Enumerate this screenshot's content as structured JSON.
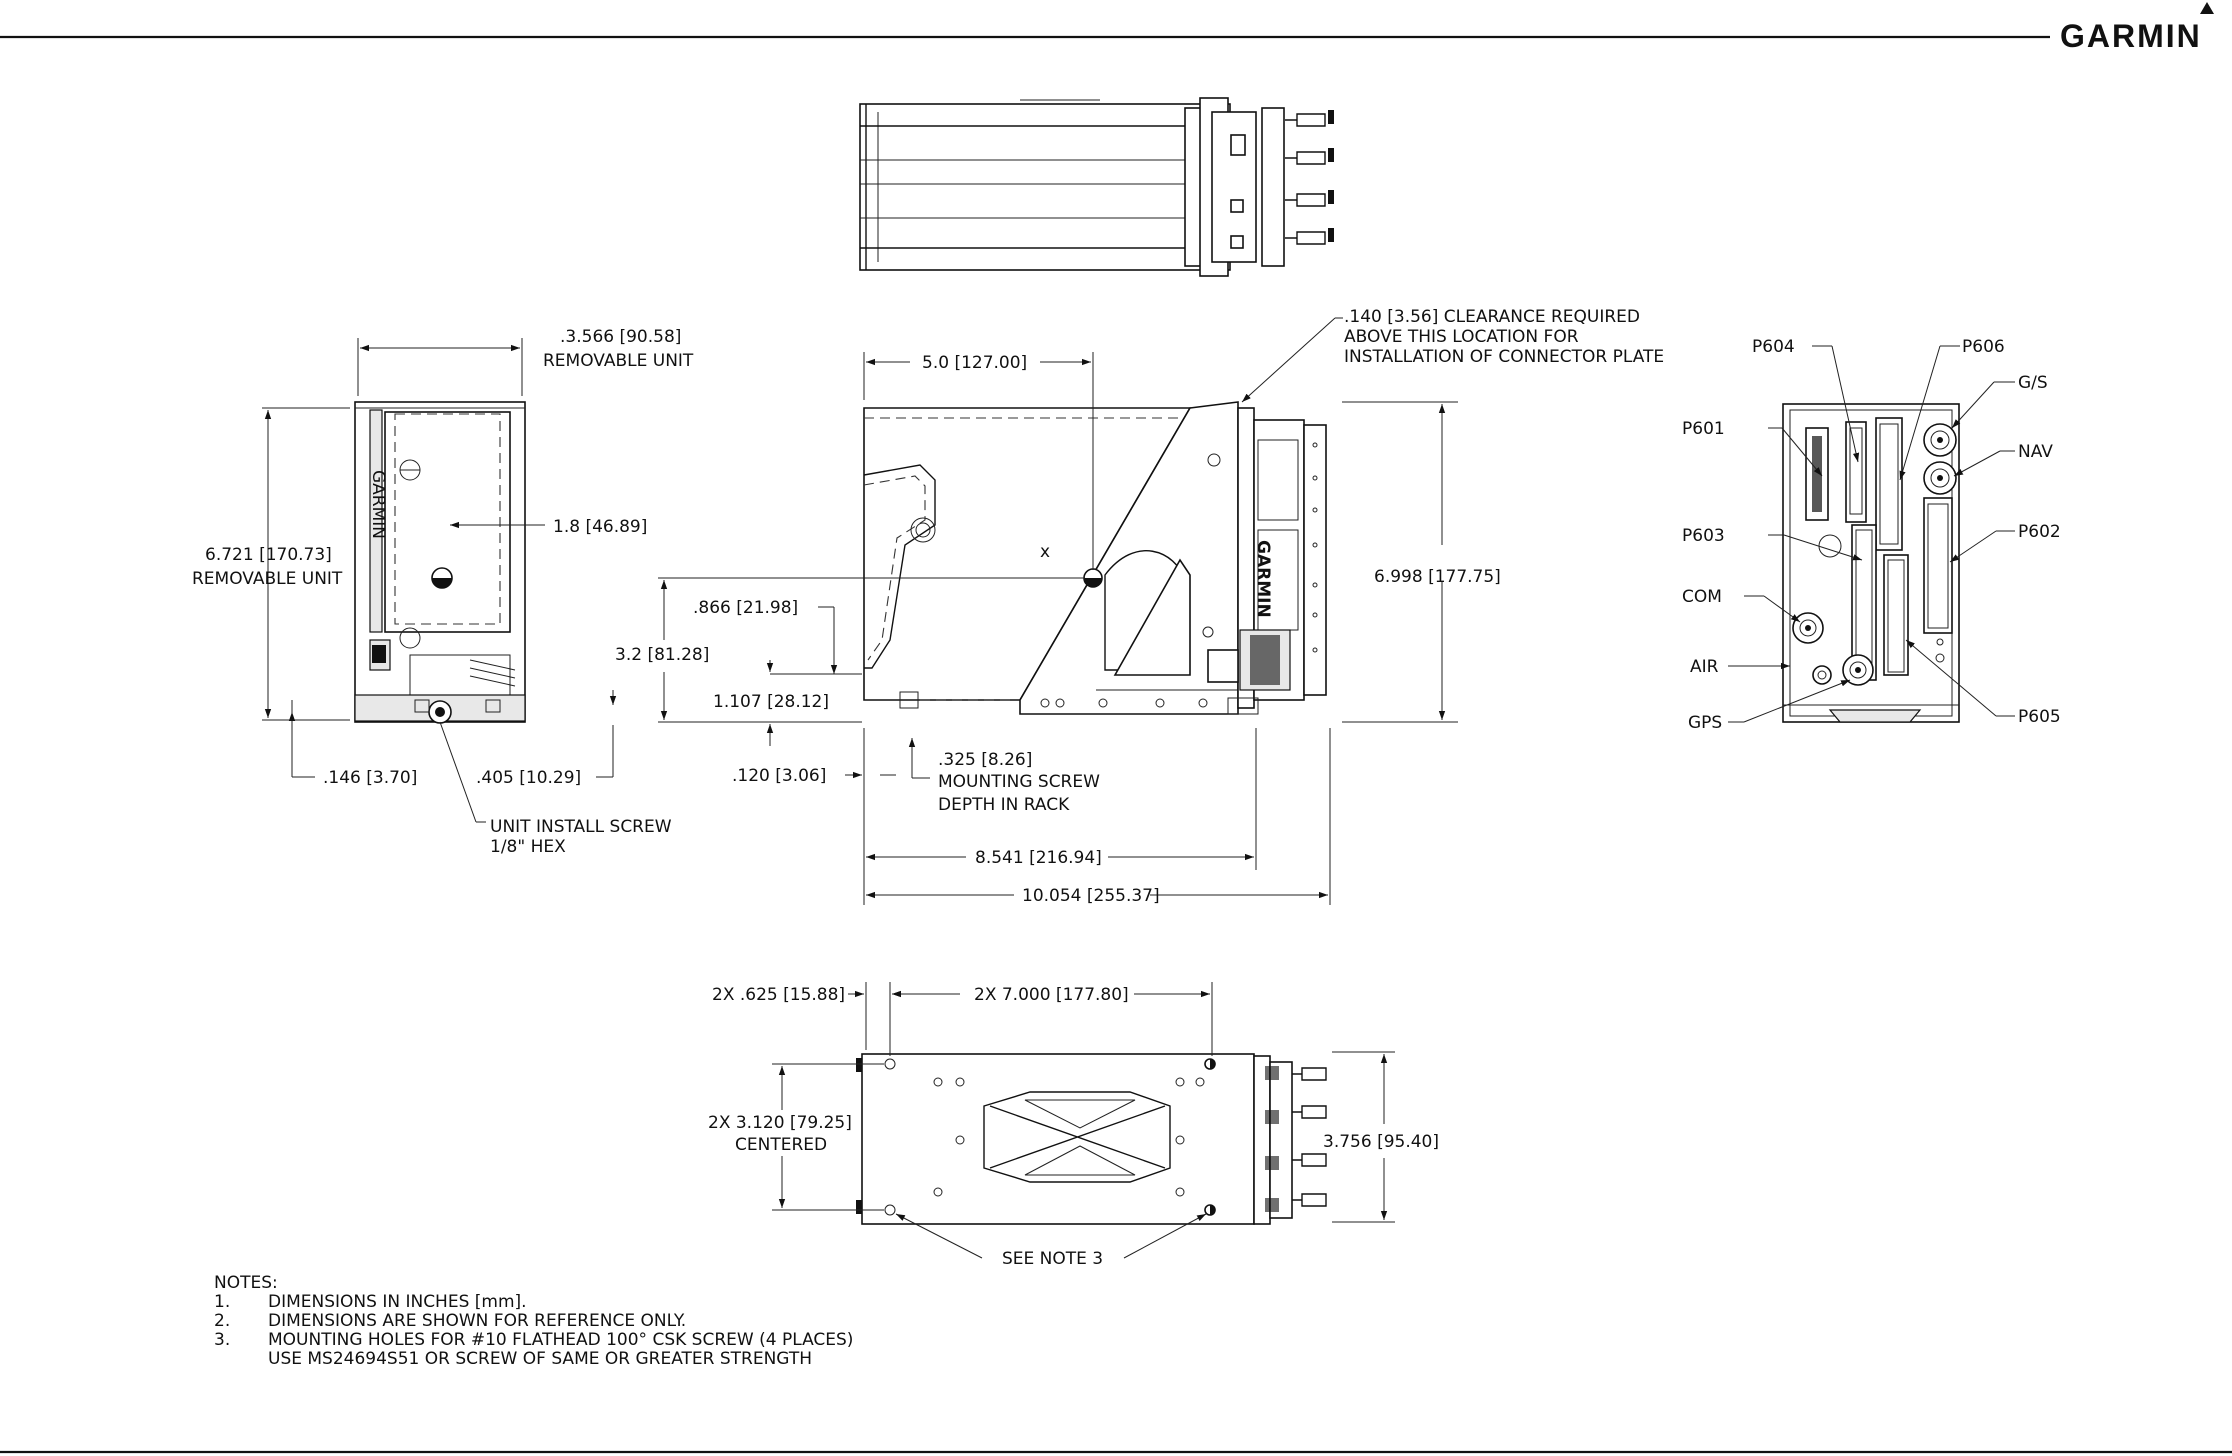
{
  "brand": {
    "logo": "GARMIN"
  },
  "dimensions": {
    "removable_width": ".3.566 [90.58]",
    "removable_width_caption": "REMOVABLE UNIT",
    "removable_height": "6.721 [170.73]",
    "removable_height_caption": "REMOVABLE UNIT",
    "knob_offset": "1.8 [46.89]",
    "bottom_left": ".146 [3.70]",
    "bottom_right": ".405 [10.29]",
    "install_screw": "UNIT INSTALL SCREW",
    "install_screw_2": "1/8\" HEX",
    "depth_5": "5.0 [127.00]",
    "clearance_1": ".140 [3.56] CLEARANCE REQUIRED",
    "clearance_2": "ABOVE THIS LOCATION FOR",
    "clearance_3": "INSTALLATION OF CONNECTOR PLATE",
    "h_866": ".866 [21.98]",
    "h_32": "3.2 [81.28]",
    "h_1107": "1.107 [28.12]",
    "h_120": ".120 [3.06]",
    "screw_depth_1": ".325 [8.26]",
    "screw_depth_2": "MOUNTING SCREW",
    "screw_depth_3": "DEPTH IN RACK",
    "len_8541": "8.541 [216.94]",
    "len_10054": "10.054 [255.37]",
    "height_6998": "6.998 [177.75]",
    "x_mark": "x",
    "hole_625": "2X .625 [15.88]",
    "hole_7000": "2X 7.000 [177.80]",
    "hole_3120": "2X 3.120 [79.25]",
    "hole_3120_caption": "CENTERED",
    "width_3756": "3.756 [95.40]",
    "see_note": "SEE NOTE 3"
  },
  "connectors": {
    "p604": "P604",
    "p606": "P606",
    "gs": "G/S",
    "p601": "P601",
    "nav": "NAV",
    "p603": "P603",
    "p602": "P602",
    "com": "COM",
    "air": "AIR",
    "gps": "GPS",
    "p605": "P605"
  },
  "notes": {
    "heading": "NOTES:",
    "items": [
      {
        "num": "1.",
        "text": "DIMENSIONS IN INCHES [mm]."
      },
      {
        "num": "2.",
        "text": "DIMENSIONS ARE SHOWN FOR REFERENCE ONLY."
      },
      {
        "num": "3.",
        "text": "MOUNTING HOLES FOR #10 FLATHEAD 100° CSK SCREW (4 PLACES)"
      },
      {
        "num": "",
        "text": "USE MS24694S51 OR SCREW OF SAME OR GREATER STRENGTH"
      }
    ]
  }
}
